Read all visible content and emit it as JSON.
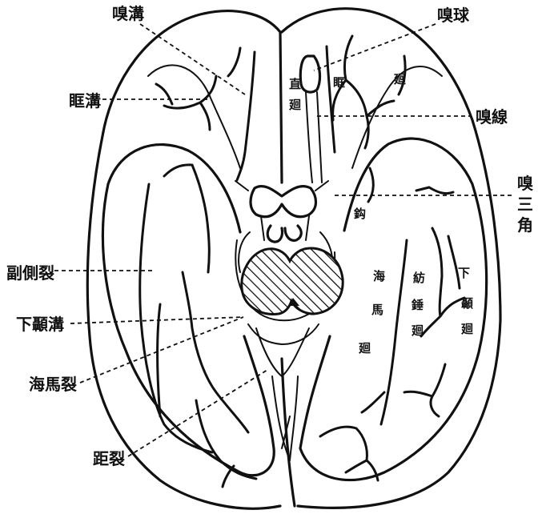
{
  "labels": {
    "olfactory_sulcus": "嗅溝",
    "olfactory_bulb": "嗅球",
    "orbital_sulcus": "眶溝",
    "olfactory_tract": "嗅線",
    "olfactory_trigone_1": "嗅",
    "olfactory_trigone_2": "三",
    "olfactory_trigone_3": "角",
    "collateral_fissure": "副側裂",
    "inferior_temporal_sulcus": "下顳溝",
    "hippocampal_fissure": "海馬裂",
    "calcarine_fissure": "距裂"
  },
  "gyri": {
    "gyrus_rectus_1": "直",
    "gyrus_rectus_2": "廻",
    "orbital_gyri_1": "眶",
    "orbital_gyri_2": "廻",
    "uncus": "鈎",
    "hippocampal_1": "海",
    "hippocampal_2": "馬",
    "hippocampal_3": "廻",
    "fusiform_1": "紡",
    "fusiform_2": "錘",
    "fusiform_3": "廻",
    "inferior_temporal_1": "下",
    "inferior_temporal_2": "顳",
    "inferior_temporal_3": "廻"
  }
}
